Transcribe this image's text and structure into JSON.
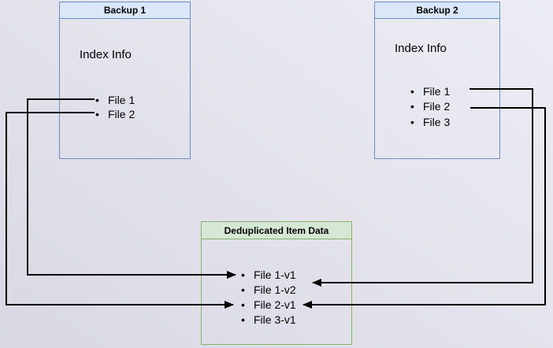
{
  "diagram": {
    "boxes": {
      "backup1": {
        "title": "Backup 1",
        "section_label": "Index Info",
        "files": [
          "File 1",
          "File 2"
        ]
      },
      "backup2": {
        "title": "Backup 2",
        "section_label": "Index Info",
        "files": [
          "File 1",
          "File 2",
          "File 3"
        ]
      },
      "dedup": {
        "title": "Deduplicated Item Data",
        "items": [
          "File 1-v1",
          "File 1-v2",
          "File 2-v1",
          "File 3-v1"
        ]
      }
    },
    "connections": [
      {
        "from": "Backup 1 / File 1",
        "to": "Deduplicated Item Data / File 1-v1",
        "route": "left"
      },
      {
        "from": "Backup 1 / File 2",
        "to": "Deduplicated Item Data / File 2-v1",
        "route": "left"
      },
      {
        "from": "Backup 2 / File 1",
        "to": "Deduplicated Item Data / File 1-v2",
        "route": "right"
      },
      {
        "from": "Backup 2 / File 2",
        "to": "Deduplicated Item Data / File 2-v1",
        "route": "right"
      }
    ],
    "colors": {
      "blue_header_fill": "#d9e7f8",
      "blue_border": "#6c8ebf",
      "green_header_fill": "#d5e8d4",
      "green_border": "#82b366",
      "arrow": "#000000",
      "text": "#000000"
    },
    "glyphs": {
      "bullet": "•"
    }
  }
}
